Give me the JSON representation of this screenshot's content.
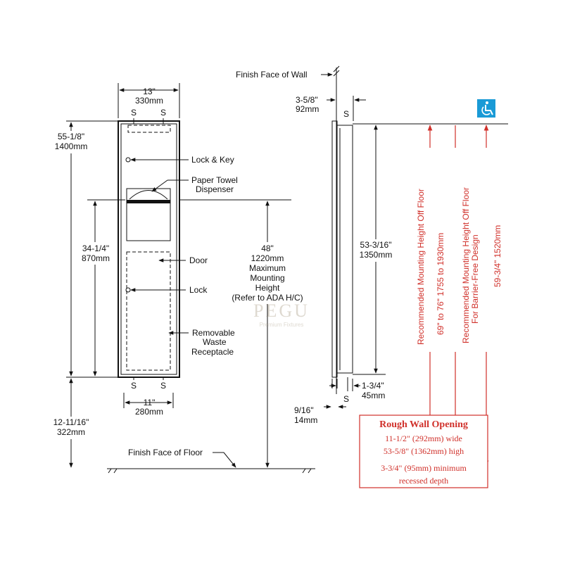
{
  "front_view": {
    "width_top": "13\"",
    "width_top_mm": "330mm",
    "s_mark": "S",
    "height_total": "55-1/8\"",
    "height_total_mm": "1400mm",
    "height_lower": "34-1/4\"",
    "height_lower_mm": "870mm",
    "floor_gap": "12-11/16\"",
    "floor_gap_mm": "322mm",
    "width_bottom": "11\"",
    "width_bottom_mm": "280mm",
    "mounting_height": "48\"",
    "mounting_height_mm": "1220mm",
    "mounting_line1": "Maximum",
    "mounting_line2": "Mounting",
    "mounting_line3": "Height",
    "mounting_line4": "(Refer to ADA H/C)",
    "callouts": {
      "lock_key": "Lock & Key",
      "paper_towel_1": "Paper Towel",
      "paper_towel_2": "Dispenser",
      "door": "Door",
      "lock": "Lock",
      "waste_1": "Removable",
      "waste_2": "Waste",
      "waste_3": "Receptacle"
    },
    "finish_floor": "Finish Face of Floor"
  },
  "side_view": {
    "finish_wall": "Finish Face of Wall",
    "depth_top": "3-5/8\"",
    "depth_top_mm": "92mm",
    "height": "53-3/16\"",
    "height_mm": "1350mm",
    "depth_bottom": "1-3/4\"",
    "depth_bottom_mm": "45mm",
    "flange": "9/16\"",
    "flange_mm": "14mm"
  },
  "recommended": {
    "col1_line": "Recommended Mounting Height Off Floor",
    "col1_value": "69\" to 76\"  1755 to 1930mm",
    "col2_line1": "Recommended Mounting Height Off Floor",
    "col2_line2": "For Barrier-Free Design",
    "col2_value": "59-3/4\"  1520mm"
  },
  "rough_opening": {
    "title": "Rough Wall Opening",
    "line1": "11-1/2\" (292mm) wide",
    "line2": "53-5/8\" (1362mm) high",
    "line3": "3-3/4\" (95mm) minimum",
    "line4": "recessed depth"
  },
  "watermark": {
    "name": "PEGU",
    "sub": "Premium Fixtures"
  },
  "colors": {
    "accent_red": "#d0302a",
    "ada_blue": "#1a9ad6",
    "line": "#111111"
  },
  "icons": [
    "wheelchair-accessibility-icon"
  ]
}
